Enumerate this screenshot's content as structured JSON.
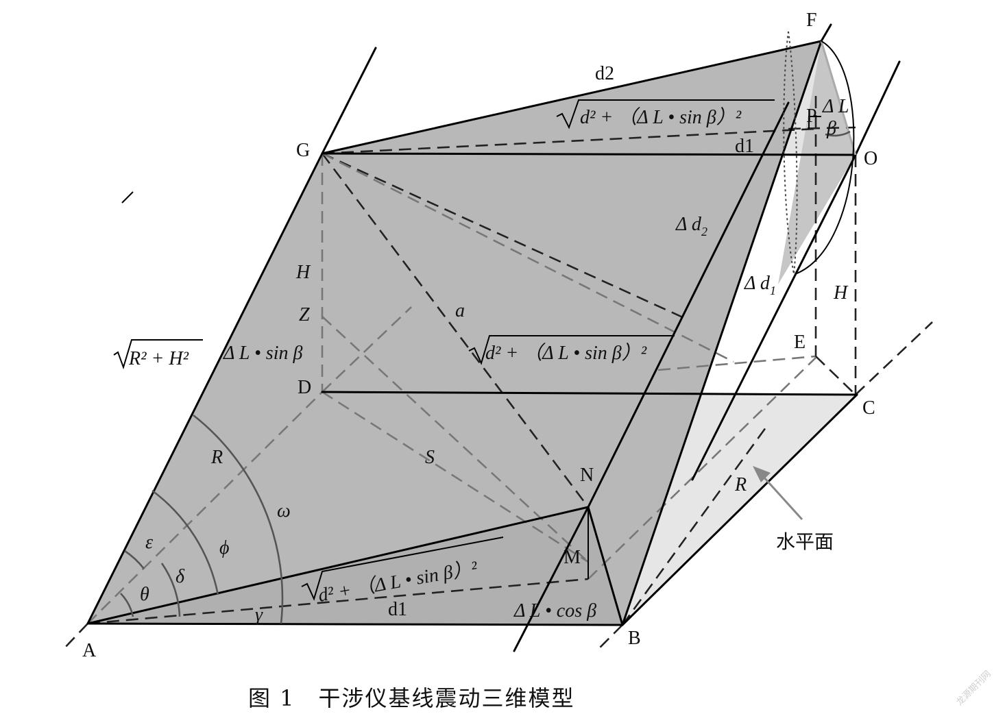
{
  "caption": "图 1　干涉仪基线震动三维模型",
  "watermark": "龙源期刊网",
  "points": {
    "F": "F",
    "G": "G",
    "O": "O",
    "P": "P",
    "E": "E",
    "C": "C",
    "D": "D",
    "N": "N",
    "M": "M",
    "A": "A",
    "B": "B",
    "Z": "Z"
  },
  "labels": {
    "d2": "d2",
    "d1_top": "d1",
    "d1_bottom": "d1",
    "H_left": "H",
    "H_right": "H",
    "a": "a",
    "S": "S",
    "R_left": "R",
    "R_right": "R",
    "omega": "ω",
    "phi": "ϕ",
    "epsilon": "ε",
    "delta": "δ",
    "theta": "θ",
    "gamma": "γ",
    "delta_d2": "Δ d",
    "delta_d2_sub": "2",
    "delta_d1": "Δ d",
    "delta_d1_sub": "1",
    "delta_L": "Δ L",
    "beta": "β",
    "dl_sin_beta": "Δ L • sin β",
    "dl_cos_beta": "Δ L • cos β",
    "horizontal_plane": "水平面"
  },
  "formulas": {
    "sqrt_top": "d² + （Δ L • sin β）²",
    "sqrt_mid": "d² + （Δ L • sin β）²",
    "sqrt_bottom": "d² + （Δ L • sin β）²",
    "sqrt_left": "R² + H²"
  }
}
